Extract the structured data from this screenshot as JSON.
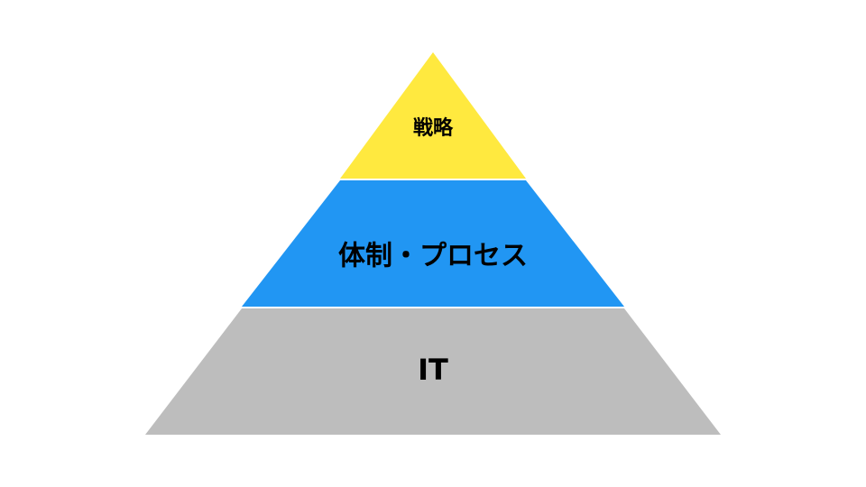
{
  "diagram": {
    "type": "pyramid",
    "tiers": [
      {
        "label": "戦略",
        "color": "#FFE93F"
      },
      {
        "label": "体制・プロセス",
        "color": "#2196F3"
      },
      {
        "label": "IT",
        "color": "#BDBDBD"
      }
    ]
  }
}
